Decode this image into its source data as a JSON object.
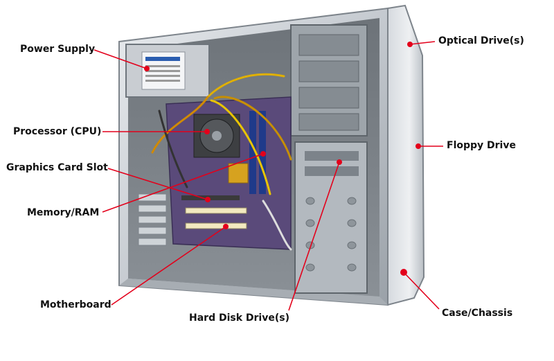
{
  "diagram": {
    "labels": {
      "power_supply": "Power Supply",
      "processor": "Processor (CPU)",
      "graphics_slot": "Graphics Card Slot",
      "memory": "Memory/RAM",
      "motherboard": "Motherboard",
      "hard_disk": "Hard Disk Drive(s)",
      "optical": "Optical Drive(s)",
      "floppy": "Floppy Drive",
      "case": "Case/Chassis"
    },
    "colors": {
      "leader": "#e3001b",
      "marker": "#e3001b",
      "text": "#111111"
    }
  }
}
